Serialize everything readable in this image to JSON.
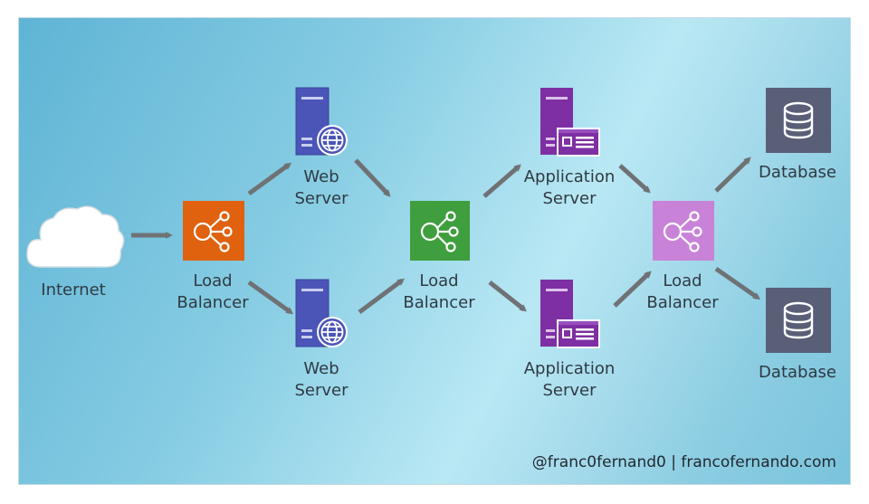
{
  "nodes": {
    "internet": {
      "label": "Internet",
      "icon": "cloud-icon"
    },
    "lb1": {
      "line1": "Load",
      "line2": "Balancer",
      "icon": "load-balancer-icon",
      "color": "#e0620f"
    },
    "web1": {
      "line1": "Web",
      "line2": "Server",
      "icon": "web-server-icon",
      "color": "#4b55b8"
    },
    "web2": {
      "line1": "Web",
      "line2": "Server",
      "icon": "web-server-icon",
      "color": "#4b55b8"
    },
    "lb2": {
      "line1": "Load",
      "line2": "Balancer",
      "icon": "load-balancer-icon",
      "color": "#3f9e3d"
    },
    "app1": {
      "line1": "Application",
      "line2": "Server",
      "icon": "application-server-icon",
      "color": "#7e2fa4"
    },
    "app2": {
      "line1": "Application",
      "line2": "Server",
      "icon": "application-server-icon",
      "color": "#7e2fa4"
    },
    "lb3": {
      "line1": "Load",
      "line2": "Balancer",
      "icon": "load-balancer-icon",
      "color": "#c883d8"
    },
    "db1": {
      "label": "Database",
      "icon": "database-icon",
      "color": "#5a5f78"
    },
    "db2": {
      "label": "Database",
      "icon": "database-icon",
      "color": "#5a5f78"
    }
  },
  "edges": [
    [
      "internet",
      "lb1"
    ],
    [
      "lb1",
      "web1"
    ],
    [
      "lb1",
      "web2"
    ],
    [
      "web1",
      "lb2"
    ],
    [
      "web2",
      "lb2"
    ],
    [
      "lb2",
      "app1"
    ],
    [
      "lb2",
      "app2"
    ],
    [
      "app1",
      "lb3"
    ],
    [
      "app2",
      "lb3"
    ],
    [
      "lb3",
      "db1"
    ],
    [
      "lb3",
      "db2"
    ]
  ],
  "footer": "@franc0fernand0 | francofernando.com",
  "colors": {
    "arrow": "#6f7275",
    "canvas": "#7ec6de"
  }
}
